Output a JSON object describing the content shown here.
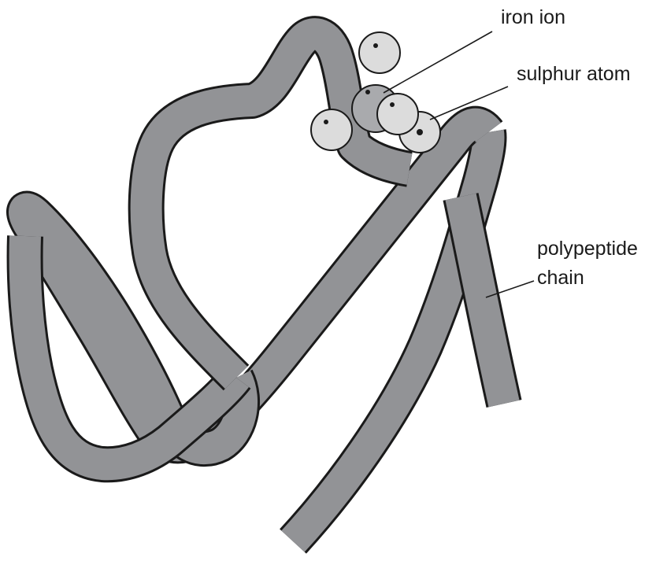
{
  "diagram": {
    "labels": {
      "iron_ion": "iron ion",
      "sulphur_atom": "sulphur atom",
      "polypeptide_chain_line1": "polypeptide",
      "polypeptide_chain_line2": "chain"
    },
    "colors": {
      "chain": "#929396",
      "outline": "#1a1a1a",
      "sulphur_atom": "#dcdcdc",
      "iron_ion": "#a9aaad",
      "background": "#ffffff"
    }
  }
}
